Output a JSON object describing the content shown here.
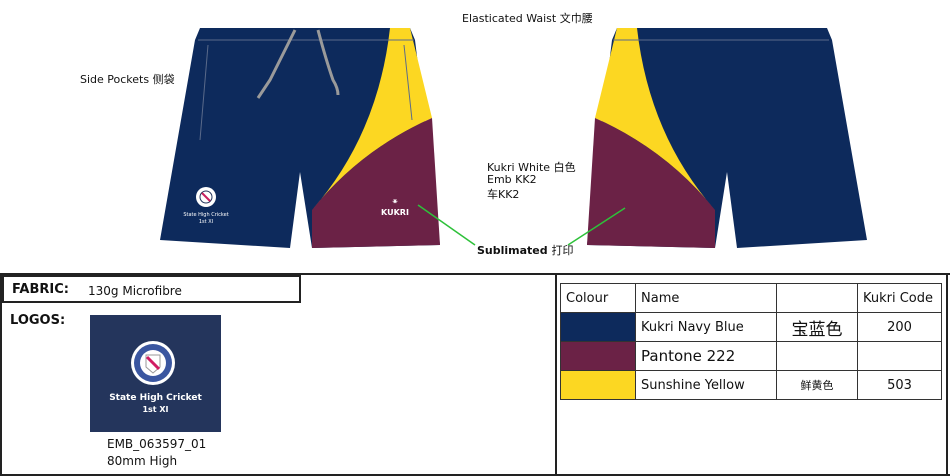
{
  "annotations": {
    "waist": "Elasticated Waist  文巾腰",
    "pockets": "Side Pockets 侧袋",
    "logo_colour": "Kukri White  白色",
    "emb": "Emb KK2",
    "emb_cn": "车KK2",
    "sublimated": "Sublimated",
    "sublimated_cn": "打印"
  },
  "garment": {
    "brand": "KUKRI",
    "crest_text": "State High Cricket",
    "crest_sub": "1st XI"
  },
  "fabric": {
    "label": "FABRIC:",
    "value": "130g Microfibre"
  },
  "logos": {
    "label": "LOGOS:",
    "title": "State High Cricket",
    "sub": "1st XI",
    "code": "EMB_063597_01",
    "size": "80mm High"
  },
  "colour_table": {
    "headers": [
      "Colour",
      "Name",
      "",
      "Kukri Code"
    ],
    "rows": [
      {
        "swatch": "#0d2a5c",
        "name": "Kukri Navy Blue",
        "cn": "宝蓝色",
        "code": "200"
      },
      {
        "swatch": "#6b2246",
        "name": "Pantone 222",
        "cn": "",
        "code": ""
      },
      {
        "swatch": "#fcd722",
        "name": "Sunshine Yellow",
        "cn": "鲜黄色",
        "code": "503"
      }
    ]
  }
}
